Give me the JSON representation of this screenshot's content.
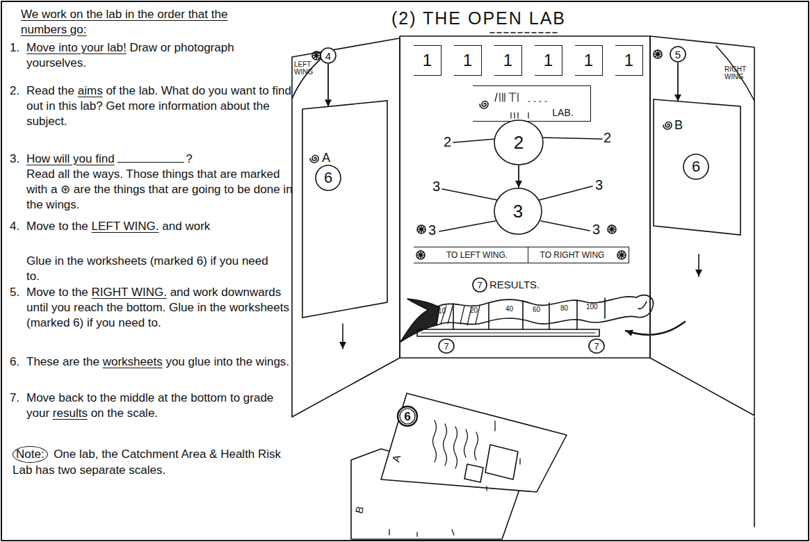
{
  "diagram": {
    "title": "(2) THE OPEN LAB",
    "nodes": [
      {
        "text": [
          "4"
        ]
      },
      {
        "text": [
          "1"
        ]
      },
      {
        "text": [
          "1"
        ]
      },
      {
        "text": [
          "1"
        ]
      },
      {
        "text": [
          "1"
        ]
      },
      {
        "text": [
          "1"
        ]
      },
      {
        "text": [
          "1"
        ]
      },
      {
        "text": [
          "5"
        ]
      },
      {
        "text": [
          "LAB."
        ]
      },
      {
        "text": [
          "2"
        ]
      },
      {
        "text": [
          "3"
        ]
      },
      {
        "text": [
          "TO LEFT WING."
        ]
      },
      {
        "text": [
          "TO RIGHT WING"
        ]
      },
      {
        "text": [
          "A"
        ]
      },
      {
        "text": [
          "6"
        ],
        "in": 13
      },
      {
        "text": [
          "B"
        ]
      },
      {
        "text": [
          "6"
        ],
        "in": 15
      },
      {
        "text": [
          "7"
        ]
      },
      {
        "text": [
          "7"
        ]
      },
      {
        "text": [
          "7"
        ]
      },
      {
        "text": [
          "6"
        ]
      }
    ],
    "edges": [
      {
        "from": 0,
        "to": 13,
        "arrow": "to"
      },
      {
        "from": 7,
        "to": 15,
        "arrow": "to"
      },
      {
        "from": 9,
        "to": 10,
        "arrow": "to"
      }
    ],
    "labels": [
      "We work on the lab in the order that the numbers go:",
      "1.",
      "Move into your lab!",
      "Draw or photograph yourselves.",
      "2.",
      "Read the",
      "aims",
      "of the lab. What do you want to find out in this lab? Get more information about the subject.",
      "3.",
      "How will you find",
      "?",
      "Read all the ways. Those things that are marked with a ⊛ are the things that are going to be done in the wings.",
      "4.",
      "Move to the",
      "LEFT WING.",
      "and work",
      "Glue in the worksheets (marked 6) if you need to.",
      "5.",
      "Move to the",
      "RIGHT WING.",
      "and work downwards until you reach the bottom. Glue in the worksheets (marked 6) if you need to.",
      "6.",
      "These are the",
      "worksheets",
      "you glue into the wings.",
      "7.",
      "Move back to the middle at the bottom to grade your",
      "results",
      "on the scale.",
      "Note:",
      "One lab, the Catchment Area & Health Risk Lab has two separate scales.",
      "LEFT WING",
      "RIGHT WING",
      "2",
      "2",
      "3",
      "3",
      "3",
      "3",
      "RESULTS.",
      "10",
      "20",
      "40",
      "60",
      "80",
      "100",
      "A",
      "B"
    ]
  }
}
